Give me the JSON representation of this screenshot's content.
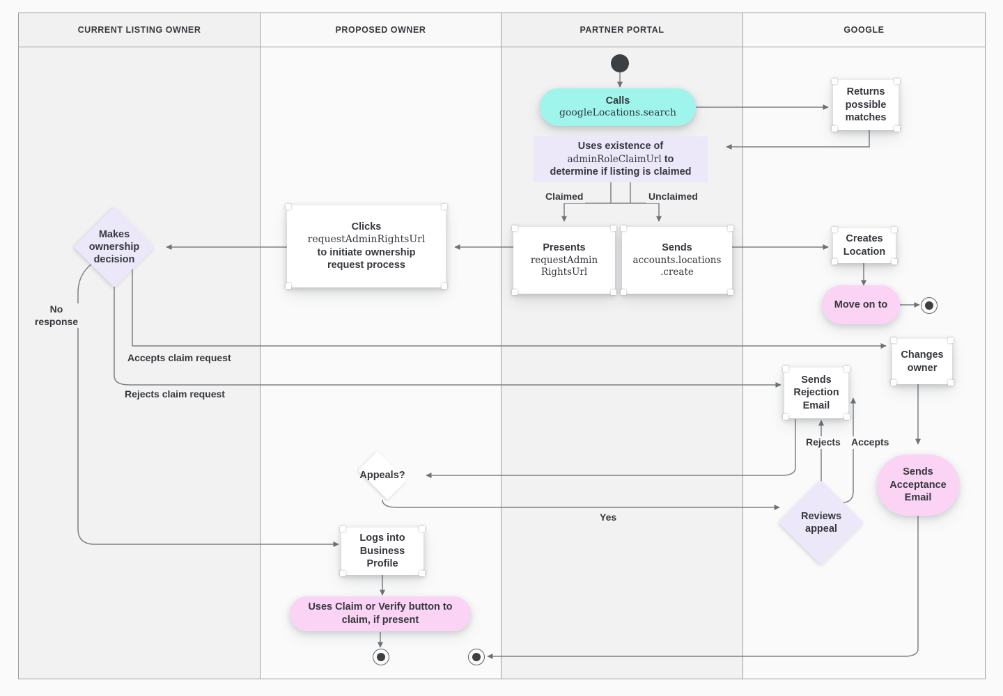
{
  "diagram": {
    "title": "Google Business Profile listing ownership transfer flow",
    "type": "swimlane-flowchart",
    "colors": {
      "page_background": "#fafafa",
      "lane_shade_a": "#f2f2f2",
      "lane_shade_b": "#fafafa",
      "lane_border": "#9a9da1",
      "cyan_node": "#9ff4ec",
      "pink_node": "#fbd3f5",
      "lavender_node": "#ece8fa",
      "white_node": "#ffffff",
      "edge_stroke": "#7c8085",
      "text": "#35383d"
    }
  },
  "lanes": [
    {
      "id": "current-listing-owner",
      "label": "CURRENT LISTING OWNER"
    },
    {
      "id": "proposed-owner",
      "label": "PROPOSED OWNER"
    },
    {
      "id": "partner-portal",
      "label": "PARTNER PORTAL"
    },
    {
      "id": "google",
      "label": "GOOGLE"
    }
  ],
  "nodes": [
    {
      "id": "start",
      "lane": "partner-portal",
      "shape": "start",
      "label": ""
    },
    {
      "id": "calls-search",
      "lane": "partner-portal",
      "shape": "pill",
      "color": "cyan",
      "line1": "Calls",
      "line2": "googleLocations.search"
    },
    {
      "id": "uses-existence",
      "lane": "partner-portal",
      "shape": "rect",
      "color": "lavender",
      "line1": "Uses existence of",
      "line2": "adminRoleClaimUrl",
      "line3": " to",
      "line4": "determine if listing is claimed"
    },
    {
      "id": "returns-matches",
      "lane": "google",
      "shape": "rect",
      "color": "white",
      "label": "Returns possible matches"
    },
    {
      "id": "presents-url",
      "lane": "partner-portal",
      "shape": "rect",
      "color": "white",
      "line1": "Presents",
      "line2": "requestAdmin",
      "line3": "RightsUrl"
    },
    {
      "id": "sends-create",
      "lane": "partner-portal",
      "shape": "rect",
      "color": "white",
      "line1": "Sends",
      "line2": "accounts.locations",
      "line3": ".create"
    },
    {
      "id": "creates-location",
      "lane": "google",
      "shape": "rect",
      "color": "white",
      "label": "Creates Location"
    },
    {
      "id": "move-on-to",
      "lane": "google",
      "shape": "pill",
      "color": "pink",
      "label": "Move on to"
    },
    {
      "id": "end-google",
      "lane": "google",
      "shape": "end",
      "label": ""
    },
    {
      "id": "clicks-request",
      "lane": "proposed-owner",
      "shape": "rect",
      "color": "white",
      "line1": "Clicks",
      "line2": "requestAdminRightsUrl",
      "line3": "to initiate ownership",
      "line4": "request process"
    },
    {
      "id": "makes-decision",
      "lane": "current-listing-owner",
      "shape": "diamond",
      "color": "lavender",
      "label": "Makes ownership decision"
    },
    {
      "id": "changes-owner",
      "lane": "google",
      "shape": "rect",
      "color": "white",
      "label": "Changes owner"
    },
    {
      "id": "sends-rejection",
      "lane": "google",
      "shape": "rect",
      "color": "white",
      "label": "Sends Rejection Email"
    },
    {
      "id": "sends-acceptance",
      "lane": "google",
      "shape": "pill",
      "color": "pink",
      "label": "Sends Acceptance Email"
    },
    {
      "id": "reviews-appeal",
      "lane": "google",
      "shape": "diamond",
      "color": "lavender",
      "label": "Reviews appeal"
    },
    {
      "id": "appeals",
      "lane": "proposed-owner",
      "shape": "diamond",
      "color": "white",
      "label": "Appeals?"
    },
    {
      "id": "logs-into-profile",
      "lane": "proposed-owner",
      "shape": "rect",
      "color": "white",
      "label": "Logs into Business Profile"
    },
    {
      "id": "uses-claim-verify",
      "lane": "proposed-owner",
      "shape": "pill",
      "color": "pink",
      "label": "Uses Claim or Verify button to claim, if present"
    },
    {
      "id": "end-proposed",
      "lane": "proposed-owner",
      "shape": "end",
      "label": ""
    },
    {
      "id": "end-partner",
      "lane": "partner-portal",
      "shape": "end",
      "label": ""
    }
  ],
  "edge_labels": [
    {
      "id": "claimed",
      "text": "Claimed"
    },
    {
      "id": "unclaimed",
      "text": "Unclaimed"
    },
    {
      "id": "no-response",
      "text": "No response"
    },
    {
      "id": "accepts-claim",
      "text": "Accepts claim request"
    },
    {
      "id": "rejects-claim",
      "text": "Rejects claim request"
    },
    {
      "id": "rejects",
      "text": "Rejects"
    },
    {
      "id": "accepts",
      "text": "Accepts"
    },
    {
      "id": "yes",
      "text": "Yes"
    }
  ],
  "node_text": {
    "calls_l1": "Calls",
    "calls_l2": "googleLocations.search",
    "uses_l1": "Uses existence of",
    "uses_l2": "adminRoleClaimUrl",
    "uses_l2b": " to",
    "uses_l3": "determine if listing is claimed",
    "returns_l1": "Returns",
    "returns_l2": "possible",
    "returns_l3": "matches",
    "presents_l1": "Presents",
    "presents_l2": "requestAdmin",
    "presents_l3": "RightsUrl",
    "sendscreate_l1": "Sends",
    "sendscreate_l2": "accounts.locations",
    "sendscreate_l3": ".create",
    "creates_l1": "Creates",
    "creates_l2": "Location",
    "moveon": "Move on to",
    "clicks_l1": "Clicks",
    "clicks_l2": "requestAdminRightsUrl",
    "clicks_l3": "to initiate ownership",
    "clicks_l4": "request process",
    "makes_l1": "Makes",
    "makes_l2": "ownership",
    "makes_l3": "decision",
    "changes_l1": "Changes",
    "changes_l2": "owner",
    "rejection_l1": "Sends",
    "rejection_l2": "Rejection",
    "rejection_l3": "Email",
    "acceptance_l1": "Sends",
    "acceptance_l2": "Acceptance",
    "acceptance_l3": "Email",
    "reviews_l1": "Reviews",
    "reviews_l2": "appeal",
    "appeals": "Appeals?",
    "logs_l1": "Logs into",
    "logs_l2": "Business",
    "logs_l3": "Profile",
    "claim_l1": "Uses Claim or Verify button to",
    "claim_l2": "claim, if present"
  }
}
